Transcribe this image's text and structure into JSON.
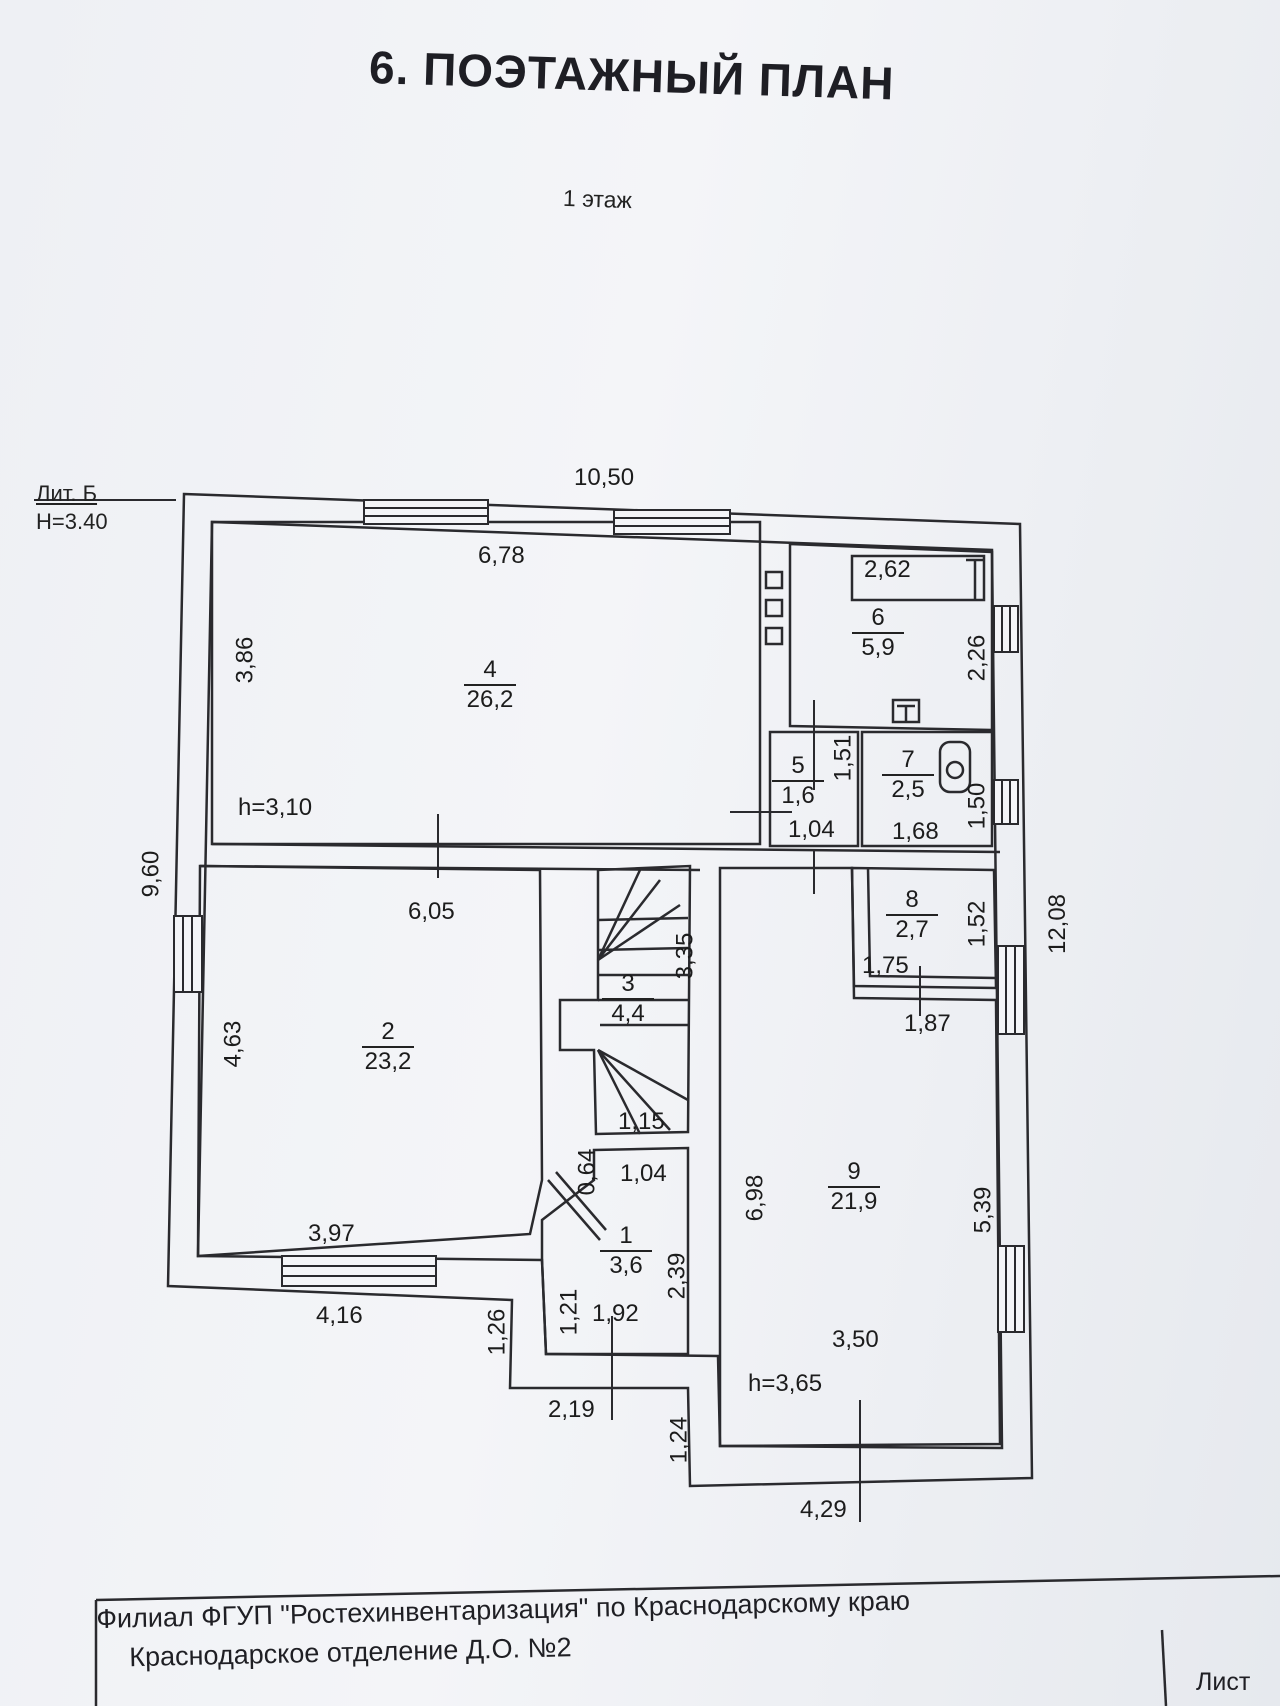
{
  "title": "6. ПОЭТАЖНЫЙ ПЛАН",
  "floor_label": "1 этаж",
  "building": {
    "lit": "Лит. Б",
    "height": "Н=3.40"
  },
  "dimensions": {
    "total_width": "10,50",
    "total_depth": "9,60",
    "right_depth": "12,08",
    "room4_width": "6,78",
    "room4_depth": "3,86",
    "room4_height": "h=3,10",
    "room6_width": "2,62",
    "room6_depth": "2,26",
    "room5_depth": "1,51",
    "room5_width": "1,04",
    "room7_width": "1,68",
    "room7_depth": "1,50",
    "room2_width": "6,05",
    "room2_depth": "4,63",
    "room2_inner": "3,97",
    "room2_outer": "4,16",
    "stair_depth": "3,35",
    "stair_small": "1,15",
    "corridor_w": "1,04",
    "corridor_cut": "0,64",
    "room1_depth": "2,39",
    "room1_side": "1,21",
    "room1_width": "1,92",
    "porch_depth": "1,26",
    "porch_width": "2,19",
    "porch_right": "1,24",
    "room8_depth": "1,52",
    "room8_width": "1,75",
    "room8_outer": "1,87",
    "room9_depth": "6,98",
    "room9_side": "5,39",
    "room9_width": "3,50",
    "room9_height": "h=3,65",
    "room9_outer": "4,29"
  },
  "rooms": [
    {
      "no": "4",
      "area": "26,2"
    },
    {
      "no": "6",
      "area": "5,9"
    },
    {
      "no": "5",
      "area": "1,6"
    },
    {
      "no": "7",
      "area": "2,5"
    },
    {
      "no": "2",
      "area": "23,2"
    },
    {
      "no": "3",
      "area": "4,4"
    },
    {
      "no": "8",
      "area": "2,7"
    },
    {
      "no": "9",
      "area": "21,9"
    },
    {
      "no": "1",
      "area": "3,6"
    }
  ],
  "stamp": {
    "line1": "Филиал ФГУП \"Ростехинвентаризация\" по Краснодарскому краю",
    "line2": "Краснодарское отделение Д.О. №2",
    "sheet": "Лист"
  }
}
